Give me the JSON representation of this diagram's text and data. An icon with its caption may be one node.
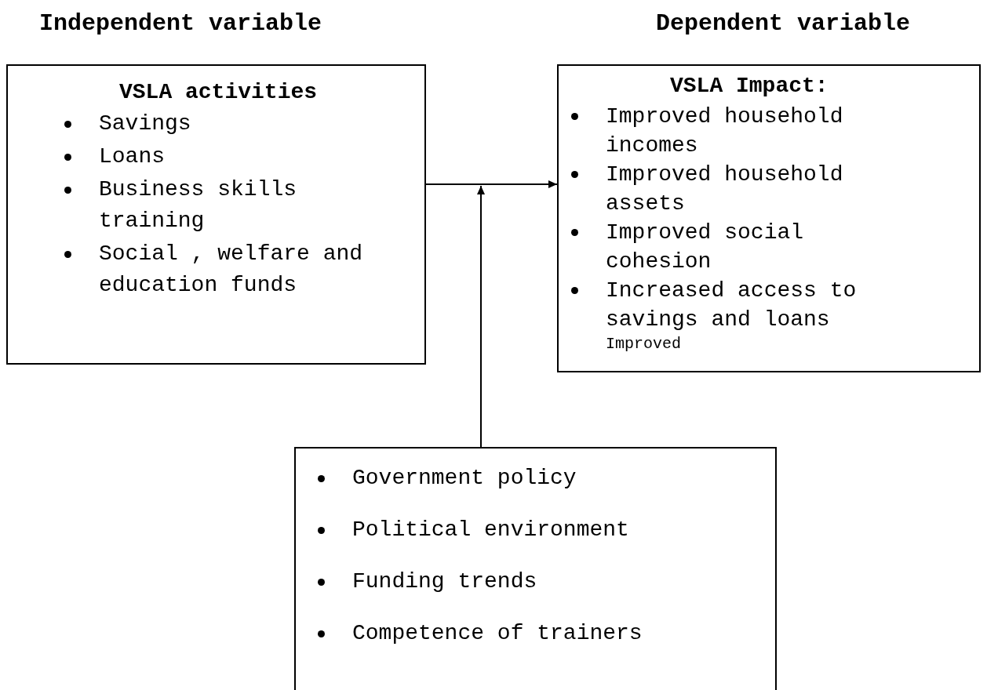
{
  "diagram": {
    "nodes": [
      {
        "text": [
          "VSLA activities",
          "Savings",
          "Loans",
          "Business skills training",
          "Social , welfare and education funds"
        ]
      },
      {
        "text": [
          "VSLA Impact:",
          "Improved household incomes",
          "Improved household assets",
          "Improved social cohesion",
          "Increased access to savings and loans",
          "Improved"
        ]
      },
      {
        "text": [
          "Government policy",
          "Political environment",
          "Funding trends",
          "Competence of trainers"
        ]
      }
    ],
    "edges": [
      {
        "from": 0,
        "to": 1,
        "arrow": "to"
      },
      {
        "from": 2,
        "to": null,
        "arrow": "to"
      }
    ],
    "labels": [
      "Independent variable",
      "Dependent variable"
    ]
  }
}
